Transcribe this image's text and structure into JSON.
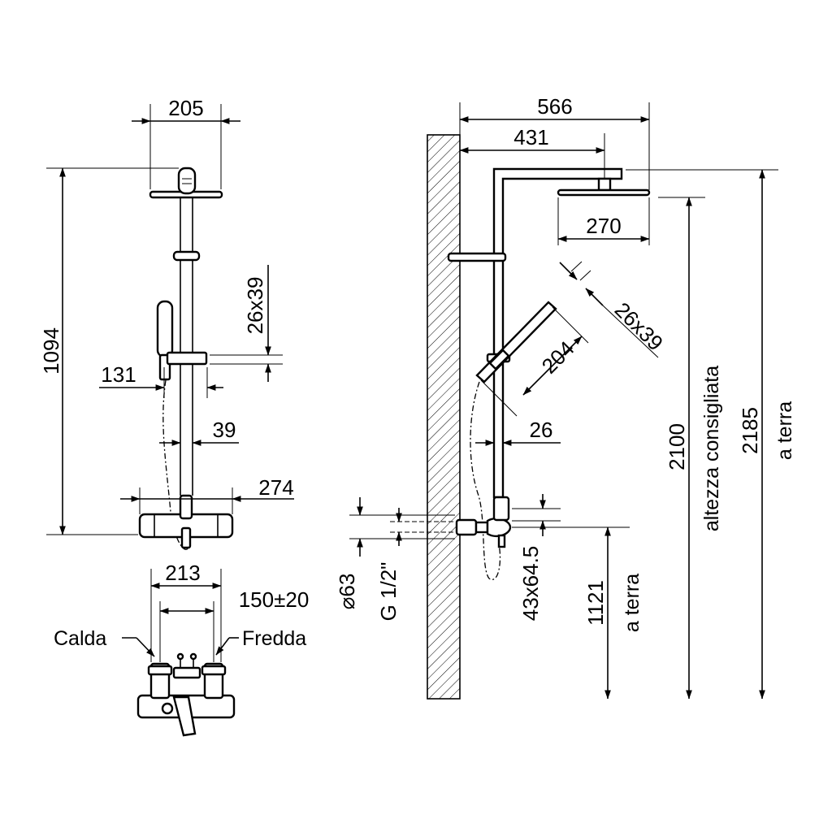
{
  "front_view": {
    "dimensions": {
      "head_width": "205",
      "total_height": "1094",
      "handle_size": "26x39",
      "handset_offset": "131",
      "bar_spacing": "39",
      "mixer_width": "274",
      "body_width": "213",
      "inlet_spacing": "150±20"
    },
    "labels": {
      "hot": "Calda",
      "cold": "Fredda"
    }
  },
  "side_view": {
    "dimensions": {
      "total_projection": "566",
      "arm_length": "431",
      "head_diameter": "270",
      "handle_size": "26x39",
      "handle_length": "204",
      "bar_diameter": "26",
      "inlet_diameter": "⌀63",
      "inlet_thread": "G 1/2\"",
      "escutcheon": "43x64.5",
      "mixer_height": "1121",
      "recommended_height": "2100",
      "top_height": "2185"
    },
    "labels": {
      "to_floor_1": "a terra",
      "recommended": "altezza consigliata",
      "to_floor_2": "a terra"
    }
  },
  "colors": {
    "ink": "#000000",
    "paper": "#ffffff"
  }
}
